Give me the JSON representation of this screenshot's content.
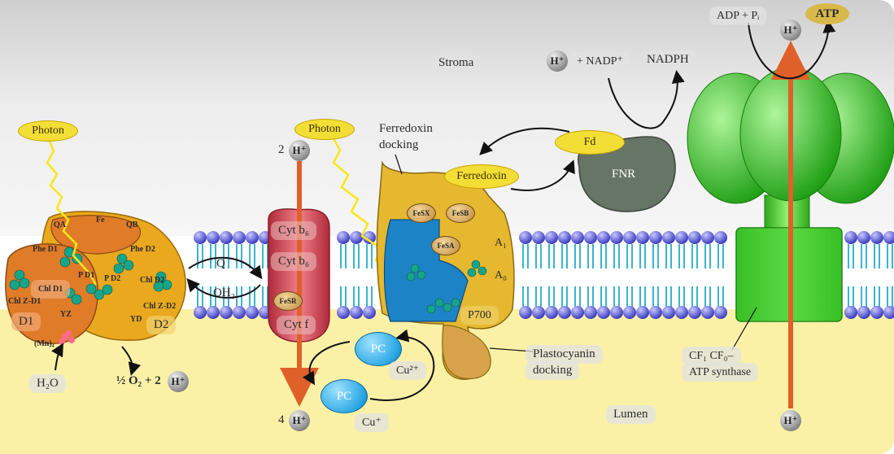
{
  "labels": {
    "stroma": "Stroma",
    "lumen": "Lumen",
    "photon_left": "Photon",
    "photon_right": "Photon",
    "ferredoxin_docking_1": "Ferredoxin",
    "ferredoxin_docking_2": "docking",
    "ferredoxin": "Ferredoxin",
    "fd": "Fd",
    "fnr": "FNR",
    "nadp": "+ NADP⁺",
    "nadph": "NADPH",
    "adp_pi": "ADP + Pᵢ",
    "atp": "ATP",
    "cyt_b6_1": "Cyt b₆",
    "cyt_b6_2": "Cyt b₆",
    "fes_r": "FeSR",
    "cyt_f": "Cyt f",
    "two_h": "2",
    "four_h": "4",
    "pc_top": "PC",
    "pc_bottom": "PC",
    "cu2": "Cu²⁺",
    "cu1": "Cu⁺",
    "plastocyanin_1": "Plastocyanin",
    "plastocyanin_2": "docking",
    "cf_1": "CF₁ CF₀–",
    "cf_2": "ATP synthase",
    "h2o": "H₂O",
    "o2": "½ O₂ + 2",
    "d1": "D1",
    "d2": "D2",
    "chl_d1": "Chl D1",
    "q": "Q",
    "qh2": "QH₂",
    "qa": "QA",
    "qb": "QB",
    "fe": "Fe",
    "phe_d1": "Phe D1",
    "phe_d2": "Phe D2",
    "p_d1": "P D1",
    "p_d2": "P D2",
    "chl_d2": "Chl D2",
    "chl_z_d1": "Chl Z-D1",
    "chl_z_d2": "Chl Z-D2",
    "yz": "YZ",
    "yd": "YD",
    "mn": "(Mn)₄",
    "fesx": "FeSX",
    "fesa": "FeSA",
    "fesb": "FeSB",
    "a1": "A₁",
    "a0": "A₀",
    "p700": "P700",
    "h_plus": "H⁺"
  },
  "colors": {
    "stroma_top": "#d9d9d9",
    "lumen": "#fbf1a6",
    "lipid_head": "#5a5ad6",
    "lipid_tail": "#3bb3d1",
    "psii": "#e9a81e",
    "psii_d1": "#e07b28",
    "cyt_b6f": "#d84a5a",
    "psi": "#e6b830",
    "psi_core": "#1c84c6",
    "atp_synthase": "#3fcc2c",
    "fnr": "#667566",
    "proton_arrow": "#ea7a3a"
  }
}
